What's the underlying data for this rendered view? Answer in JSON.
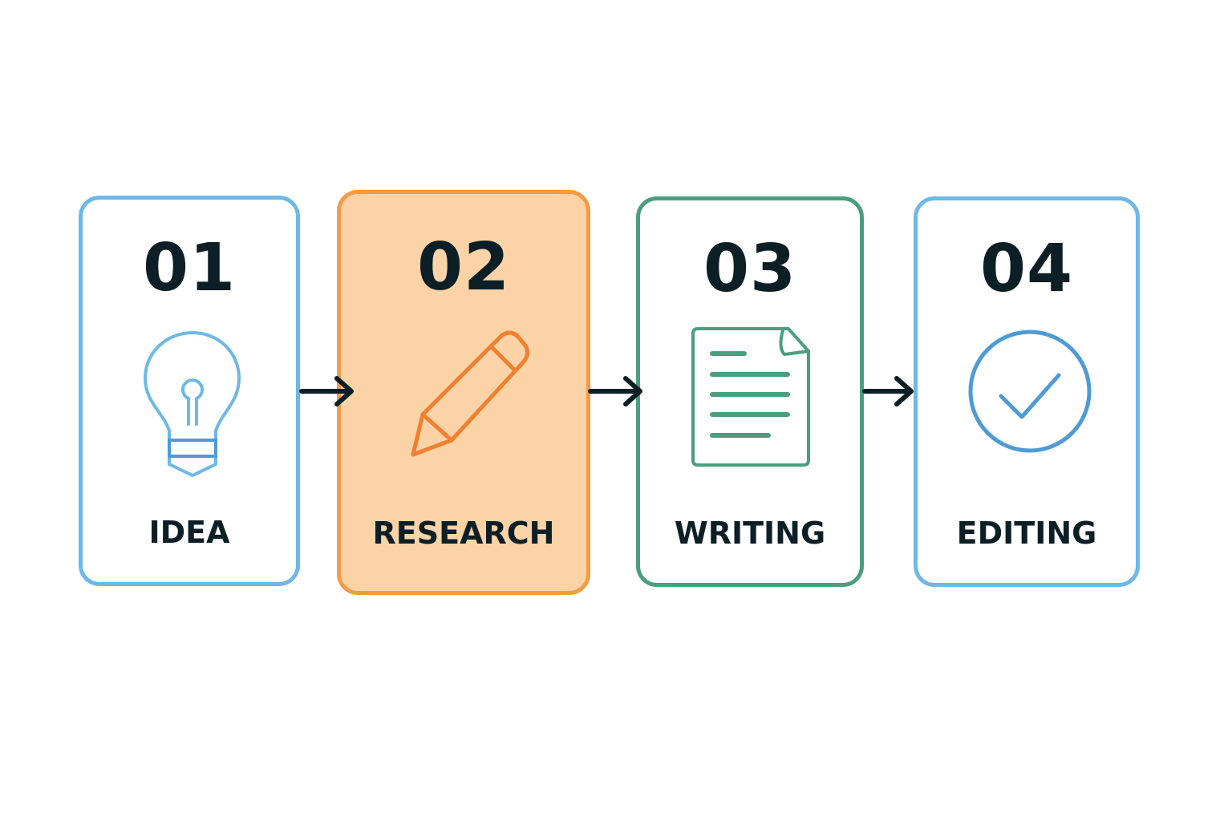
{
  "colors": {
    "blue": "#6db8e8",
    "orange": "#f59a45",
    "orange_fill": "#fcd3a6",
    "green": "#4a9e7e",
    "check_blue": "#4d9bd6",
    "text": "#0d1f26"
  },
  "steps": [
    {
      "number": "01",
      "label": "IDEA",
      "icon": "lightbulb-icon"
    },
    {
      "number": "02",
      "label": "RESEARCH",
      "icon": "pencil-icon"
    },
    {
      "number": "03",
      "label": "WRITING",
      "icon": "document-icon"
    },
    {
      "number": "04",
      "label": "EDITING",
      "icon": "check-circle-icon"
    }
  ]
}
